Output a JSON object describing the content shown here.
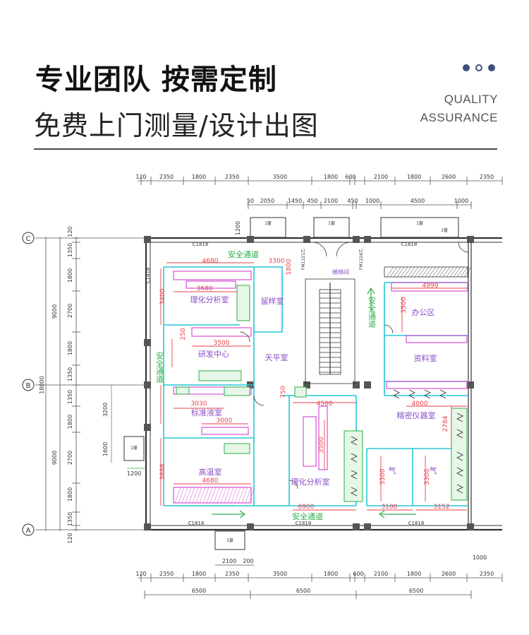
{
  "header": {
    "title": "专业团队 按需定制",
    "subtitle": "免费上门测量/设计出图",
    "quality": "QUALITY",
    "assurance": "ASSURANCE"
  },
  "plan": {
    "axes": [
      "C",
      "B",
      "A"
    ],
    "top_dims": [
      "120",
      "2350",
      "1800",
      "2350",
      "3500",
      "1800",
      "600",
      "2100",
      "1800",
      "2600",
      "2350"
    ],
    "top_dims2": [
      "50",
      "2050",
      "1450",
      "450",
      "2100",
      "450",
      "1000",
      "4500",
      "1000"
    ],
    "bottom_dims": [
      "120",
      "2350",
      "1800",
      "2350",
      "3500",
      "1800",
      "600",
      "2100",
      "1800",
      "2600",
      "2350"
    ],
    "bottom_totals": [
      "6500",
      "6500",
      "6500"
    ],
    "bottom_small": [
      "2100",
      "200",
      "1000"
    ],
    "left_dims_outer": [
      "9000",
      "18000",
      "9000"
    ],
    "left_dims_inner": [
      "120",
      "1350",
      "1800",
      "2700",
      "1800",
      "1350",
      "1350",
      "1800",
      "2700",
      "1800",
      "1350",
      "120"
    ],
    "left_small": [
      "1200",
      "3200",
      "1600",
      "1200"
    ],
    "windows": [
      "C1818",
      "C1818",
      "C1818",
      "C1818",
      "C1818",
      "C1818"
    ],
    "door_codes": [
      "FM1221乙",
      "FM1224乙"
    ],
    "small_labels": [
      "1窗",
      "1窗",
      "1窗",
      "1窗",
      "1窗",
      "1窗"
    ],
    "room_labels": {
      "corridor_top": "安全通道",
      "lab_chem": "理化分析室",
      "sample_room": "留样室",
      "rd_center": "研发中心",
      "balance_room": "天平室",
      "standard_room": "标准液室",
      "high_temp": "高温室",
      "stairs": "楼梯间",
      "office": "办公区",
      "archive": "资料室",
      "precision": "精密仪器室",
      "chem2": "理化分析室",
      "corridor_bottom": "安全通道",
      "corridor_right_v": "安全通道",
      "corridor_left_v": "安全通道",
      "gas1": "气",
      "gas2": "气"
    },
    "room_dims": {
      "d4680a": "4680",
      "d3300": "3300",
      "d3680": "3680",
      "d3400": "3400",
      "d3500a": "3500",
      "d250": "250",
      "d3030": "3030",
      "d3000": "3000",
      "d3686": "3686",
      "d4680b": "4680",
      "d4999": "4999",
      "d3500b": "3500",
      "d4000": "4000",
      "d2784": "2784",
      "d4500": "4500",
      "d3500c": "3500",
      "d6900": "6900",
      "d3300b": "3300",
      "d3300c": "3300",
      "d3100": "3100",
      "d3152": "3152",
      "d750": "750",
      "d1800v": "1800"
    }
  }
}
